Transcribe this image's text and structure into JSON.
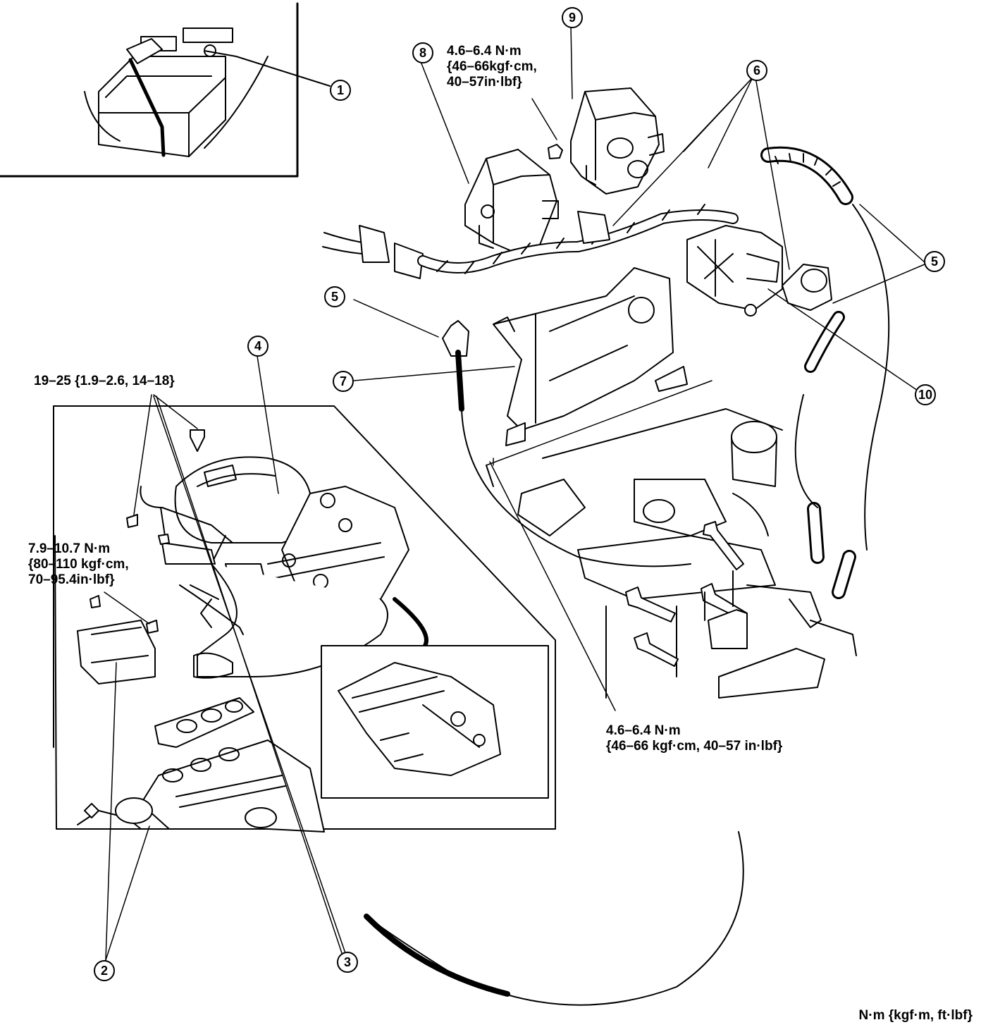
{
  "callouts": {
    "c1": "1",
    "c2": "2",
    "c3": "3",
    "c4": "4",
    "c5": "5",
    "c6": "6",
    "c7": "7",
    "c8": "8",
    "c9": "9",
    "c10": "10"
  },
  "torque_specs": {
    "coil_bolt": [
      "4.6–6.4 N·m",
      "{46–66kgf·cm,",
      "40–57in·lbf}"
    ],
    "manifold_bolt": [
      "19–25 {1.9–2.6, 14–18}"
    ],
    "gasket_bolt": [
      "7.9–10.7 N·m",
      "{80–110 kgf·cm,",
      "70–95.4in·lbf}"
    ],
    "bracket_nut": [
      "4.6–6.4 N·m",
      "{46–66 kgf·cm, 40–57 in·lbf}"
    ]
  },
  "units_legend": "N·m {kgf·m, ft·lbf}"
}
